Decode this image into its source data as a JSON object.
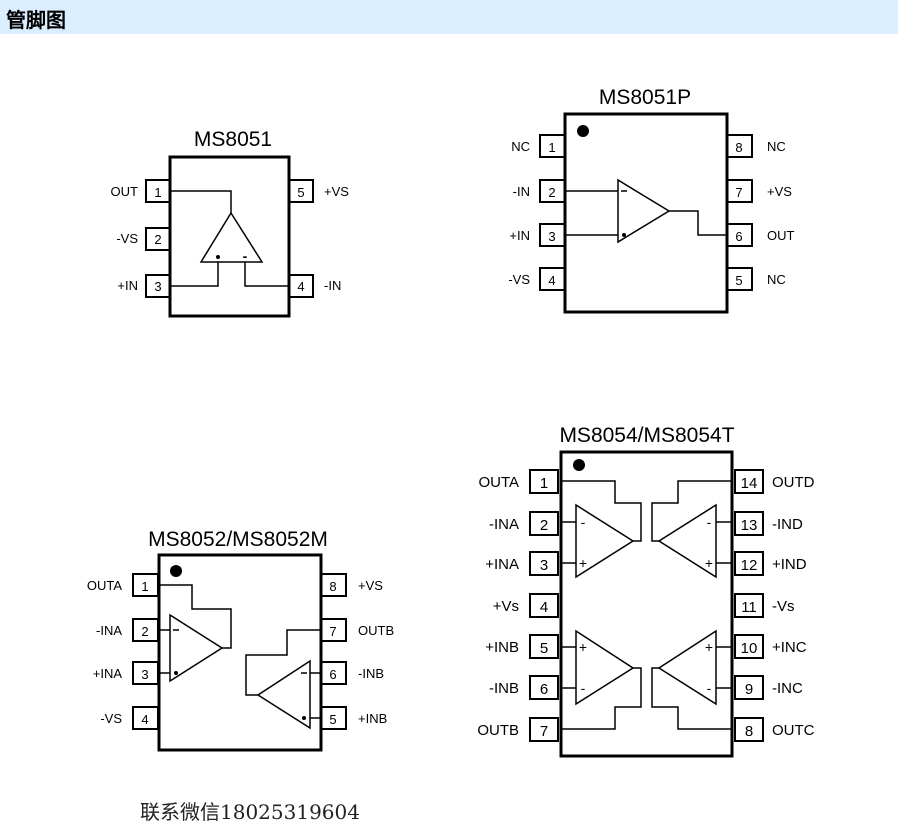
{
  "header": {
    "title": "管脚图"
  },
  "contact": {
    "text": "联系微信18025319604"
  },
  "chips": [
    {
      "id": "ms8051",
      "name": "MS8051",
      "pins": [
        {
          "num": "1",
          "label": "OUT"
        },
        {
          "num": "2",
          "label": "-VS"
        },
        {
          "num": "3",
          "label": "+IN"
        },
        {
          "num": "4",
          "label": "-IN"
        },
        {
          "num": "5",
          "label": "+VS"
        }
      ]
    },
    {
      "id": "ms8051p",
      "name": "MS8051P",
      "pins": [
        {
          "num": "1",
          "label": "NC"
        },
        {
          "num": "2",
          "label": "-IN"
        },
        {
          "num": "3",
          "label": "+IN"
        },
        {
          "num": "4",
          "label": "-VS"
        },
        {
          "num": "5",
          "label": "NC"
        },
        {
          "num": "6",
          "label": "OUT"
        },
        {
          "num": "7",
          "label": "+VS"
        },
        {
          "num": "8",
          "label": "NC"
        }
      ]
    },
    {
      "id": "ms8052",
      "name": "MS8052/MS8052M",
      "pins": [
        {
          "num": "1",
          "label": "OUTA"
        },
        {
          "num": "2",
          "label": "-INA"
        },
        {
          "num": "3",
          "label": "+INA"
        },
        {
          "num": "4",
          "label": "-VS"
        },
        {
          "num": "5",
          "label": "+INB"
        },
        {
          "num": "6",
          "label": "-INB"
        },
        {
          "num": "7",
          "label": "OUTB"
        },
        {
          "num": "8",
          "label": "+VS"
        }
      ]
    },
    {
      "id": "ms8054",
      "name": "MS8054/MS8054T",
      "pins": [
        {
          "num": "1",
          "label": "OUTA"
        },
        {
          "num": "2",
          "label": "-INA"
        },
        {
          "num": "3",
          "label": "+INA"
        },
        {
          "num": "4",
          "label": "+Vs"
        },
        {
          "num": "5",
          "label": "+INB"
        },
        {
          "num": "6",
          "label": "-INB"
        },
        {
          "num": "7",
          "label": "OUTB"
        },
        {
          "num": "8",
          "label": "OUTC"
        },
        {
          "num": "9",
          "label": "-INC"
        },
        {
          "num": "10",
          "label": "+INC"
        },
        {
          "num": "11",
          "label": "-Vs"
        },
        {
          "num": "12",
          "label": "+IND"
        },
        {
          "num": "13",
          "label": "-IND"
        },
        {
          "num": "14",
          "label": "OUTD"
        }
      ]
    }
  ],
  "symbols": {
    "minus": "-",
    "plus": "+"
  }
}
